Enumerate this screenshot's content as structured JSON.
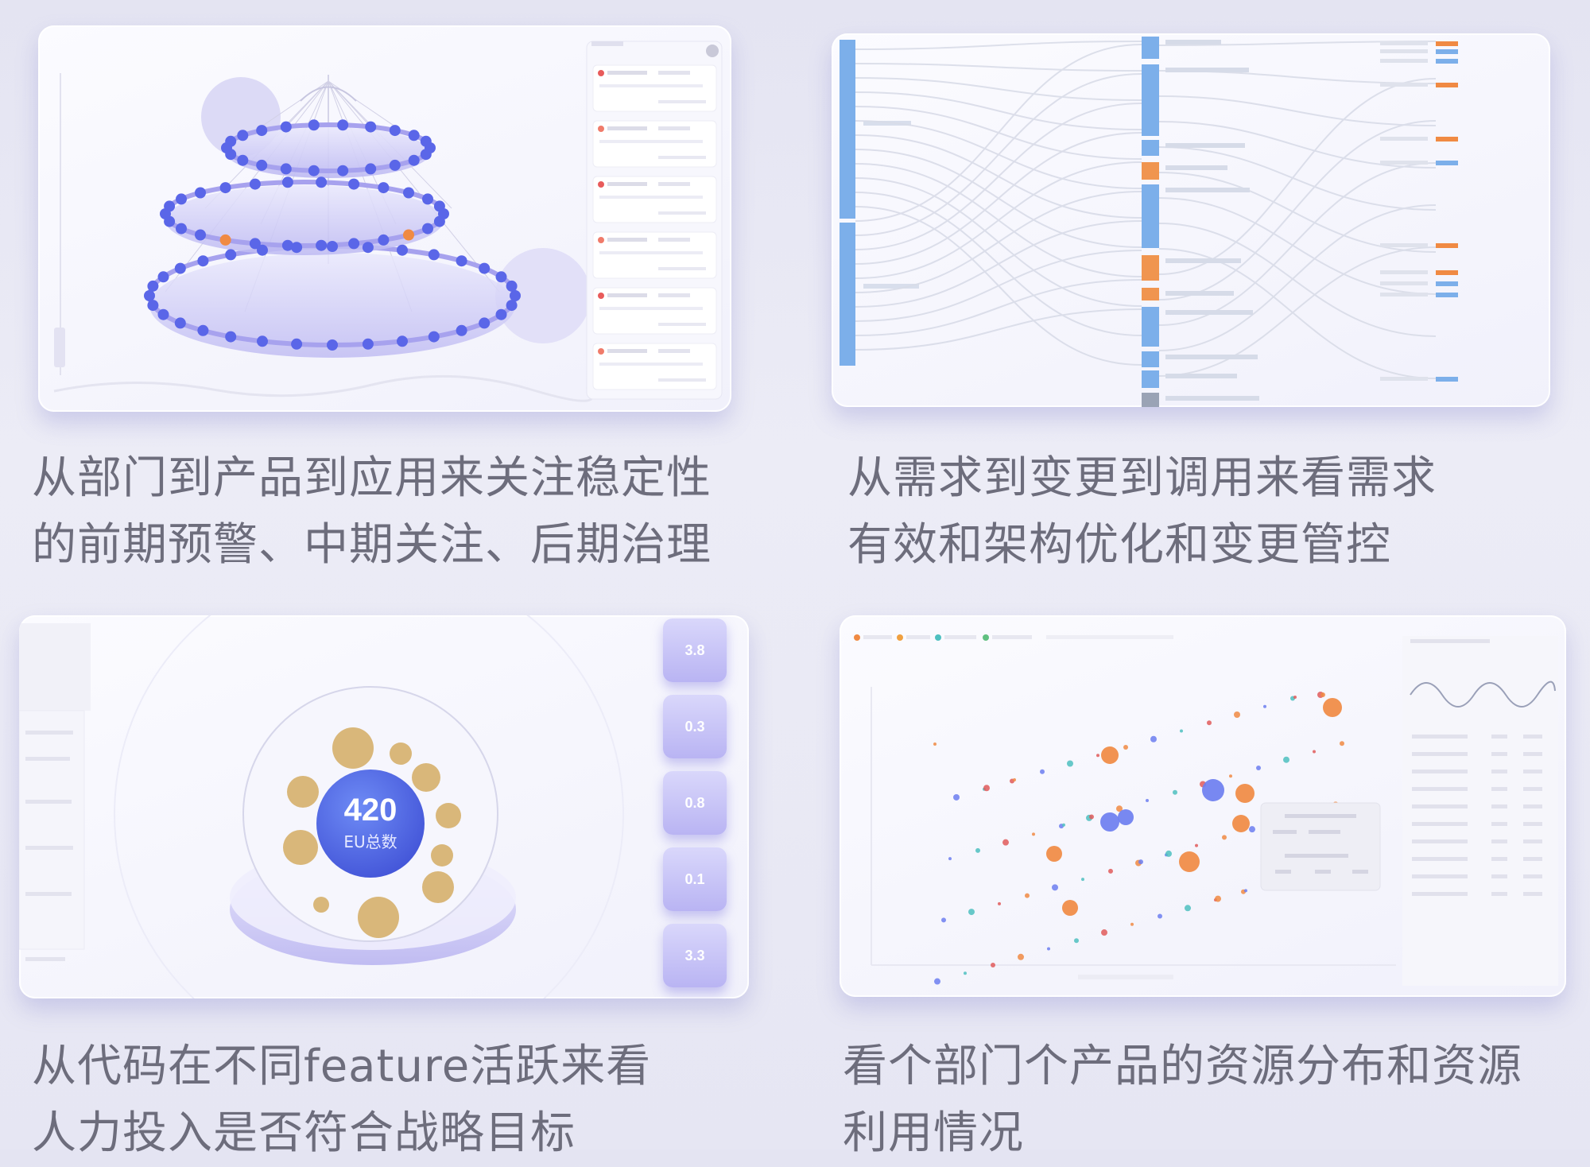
{
  "captions": {
    "top_left": [
      "从部门到产品到应用来关注稳定性",
      "的前期预警、中期关注、后期治理"
    ],
    "top_right": [
      "从需求到变更到调用来看需求",
      "有效和架构优化和变更管控"
    ],
    "bottom_left": [
      "从代码在不同feature活跃来看",
      "人力投入是否符合战略目标"
    ],
    "bottom_right": [
      "看个部门个产品的资源分布和资源",
      "利用情况"
    ]
  },
  "center_badge": {
    "value": "420",
    "label": "EU总数"
  },
  "side_pills": [
    "3.8",
    "0.3",
    "0.8",
    "0.1",
    "3.3"
  ],
  "colors": {
    "accent_blue": "#5a66e8",
    "accent_orange": "#f08a43",
    "gold": "#d9b77a",
    "sankey_blue": "#6aa3e8",
    "caption_text": "#6d6d7c"
  }
}
